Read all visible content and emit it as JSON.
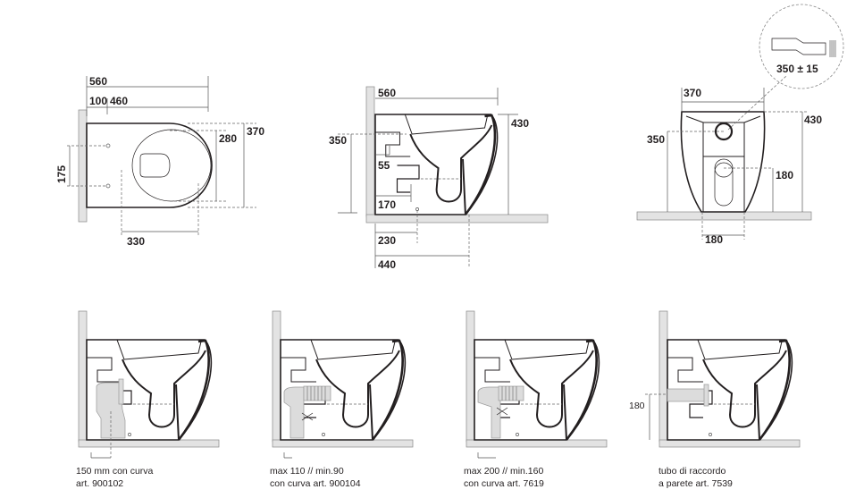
{
  "plan_view": {
    "overall_depth": "560",
    "wall_gap": "100",
    "bowl_depth": "460",
    "width": "370",
    "seat_width": "280",
    "bolt_spacing": "175",
    "hole_distance": "330"
  },
  "side_view": {
    "overall_depth": "560",
    "height": "430",
    "outlet_height": "350",
    "inlet_offset": "55",
    "outlet_offset": "170",
    "fix_distance": "230",
    "base_depth": "440"
  },
  "front_view": {
    "width": "370",
    "height": "430",
    "inlet_height": "350",
    "outlet_height": "180",
    "base_width": "180",
    "inset_label": "350 ± 15"
  },
  "variants": [
    {
      "line1": "150 mm con curva",
      "line2": "art. 900102"
    },
    {
      "line1": "max 110 // min.90",
      "line2": "con curva art. 900104"
    },
    {
      "line1": "max 200 // min.160",
      "line2": "con curva art. 7619"
    },
    {
      "line1": "tubo di raccordo",
      "line2": "a parete art. 7539",
      "dimension": "180"
    }
  ],
  "colors": {
    "line": "#231f20",
    "wall": "#e3e3e3"
  }
}
